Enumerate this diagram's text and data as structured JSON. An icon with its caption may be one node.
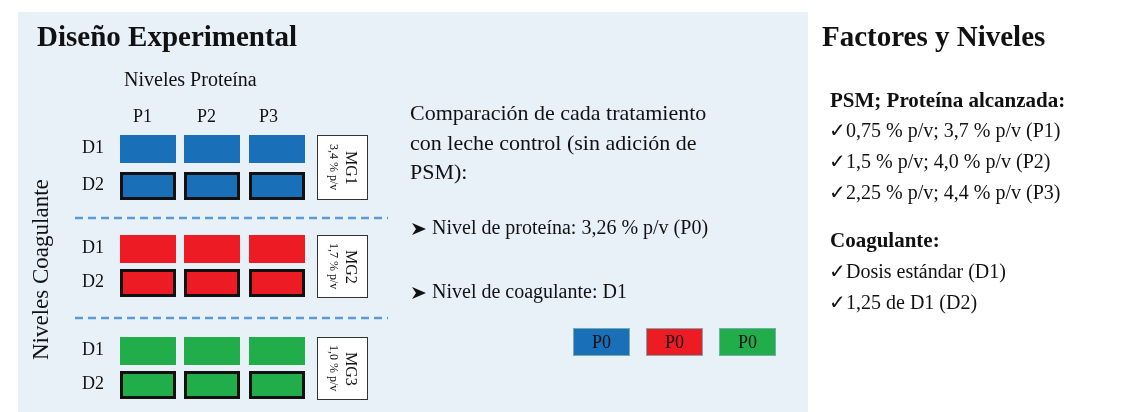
{
  "diagram": {
    "nodes": [
      {
        "text": [
          "Diseño Experimental"
        ]
      },
      {
        "text": [],
        "shape": "box",
        "in": 0
      },
      {
        "text": [],
        "shape": "box",
        "in": 0
      },
      {
        "text": [],
        "shape": "box",
        "in": 0
      },
      {
        "text": [
          "MG1",
          "3,4 % p/v"
        ],
        "in": 0
      },
      {
        "text": [],
        "shape": "box",
        "in": 0
      },
      {
        "text": [],
        "shape": "box",
        "in": 0
      },
      {
        "text": [],
        "shape": "box",
        "in": 0
      },
      {
        "text": [],
        "shape": "box",
        "in": 0
      },
      {
        "text": [],
        "shape": "box",
        "in": 0
      },
      {
        "text": [],
        "shape": "box",
        "in": 0
      },
      {
        "text": [
          "MG2",
          "1,7 % p/v"
        ],
        "in": 0
      },
      {
        "text": [],
        "shape": "box",
        "in": 0
      },
      {
        "text": [],
        "shape": "box",
        "in": 0
      },
      {
        "text": [],
        "shape": "box",
        "in": 0
      },
      {
        "text": [],
        "shape": "box",
        "in": 0
      },
      {
        "text": [],
        "shape": "box",
        "in": 0
      },
      {
        "text": [],
        "shape": "box",
        "in": 0
      },
      {
        "text": [
          "MG3",
          "1,0 % p/v"
        ],
        "in": 0
      },
      {
        "text": [],
        "shape": "box",
        "in": 0
      },
      {
        "text": [],
        "shape": "box",
        "in": 0
      },
      {
        "text": [],
        "shape": "box",
        "in": 0
      },
      {
        "text": [
          "P0"
        ],
        "in": 0
      },
      {
        "text": [
          "P0"
        ],
        "in": 0
      },
      {
        "text": [
          "P0"
        ],
        "in": 0
      }
    ],
    "edges": [],
    "labels": [
      "Niveles Proteína",
      "P1",
      "P2",
      "P3",
      "D1",
      "D2",
      "D1",
      "D2",
      "D1",
      "D2",
      "Niveles Coagulante",
      "Comparación de cada tratamiento con leche control (sin adición de PSM):",
      "Nivel de proteína: 3,26 % p/v (P0)",
      "Nivel de coagulante: D1",
      "Factores y Niveles",
      "PSM; Proteína alcanzada:",
      "✓0,75 % p/v; 3,7 % p/v (P1)",
      "✓1,5 % p/v; 4,0 % p/v (P2)",
      "✓2,25 % p/v; 4,4 % p/v (P3)",
      "Coagulante:",
      "✓Dosis estándar (D1)",
      "✓1,25 de D1 (D2)"
    ]
  }
}
